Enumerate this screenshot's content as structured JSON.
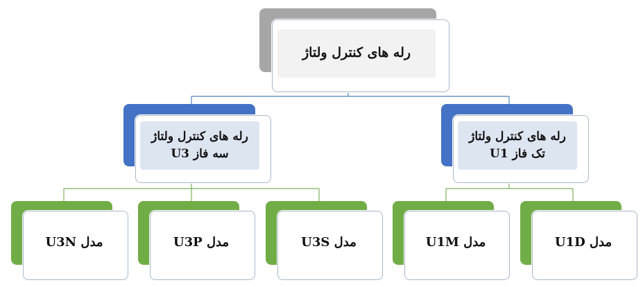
{
  "diagram": {
    "root": {
      "label": "رله های کنترل ولتاژ"
    },
    "groups": [
      {
        "line1": "رله های کنترل ولتاژ",
        "line2": "سه فاز U3",
        "children": [
          "مدل U3N",
          "مدل U3P",
          "مدل U3S"
        ]
      },
      {
        "line1": "رله های کنترل ولتاژ",
        "line2": "تک فاز U1",
        "children": [
          "مدل U1M",
          "مدل U1D"
        ]
      }
    ]
  },
  "colors": {
    "root_accent": "#a6a6a6",
    "group_accent": "#4472c4",
    "group_fill": "#dde5f1",
    "leaf_accent": "#70ad47",
    "root_fill": "#f2f2f2",
    "connector": "#4472c4"
  }
}
